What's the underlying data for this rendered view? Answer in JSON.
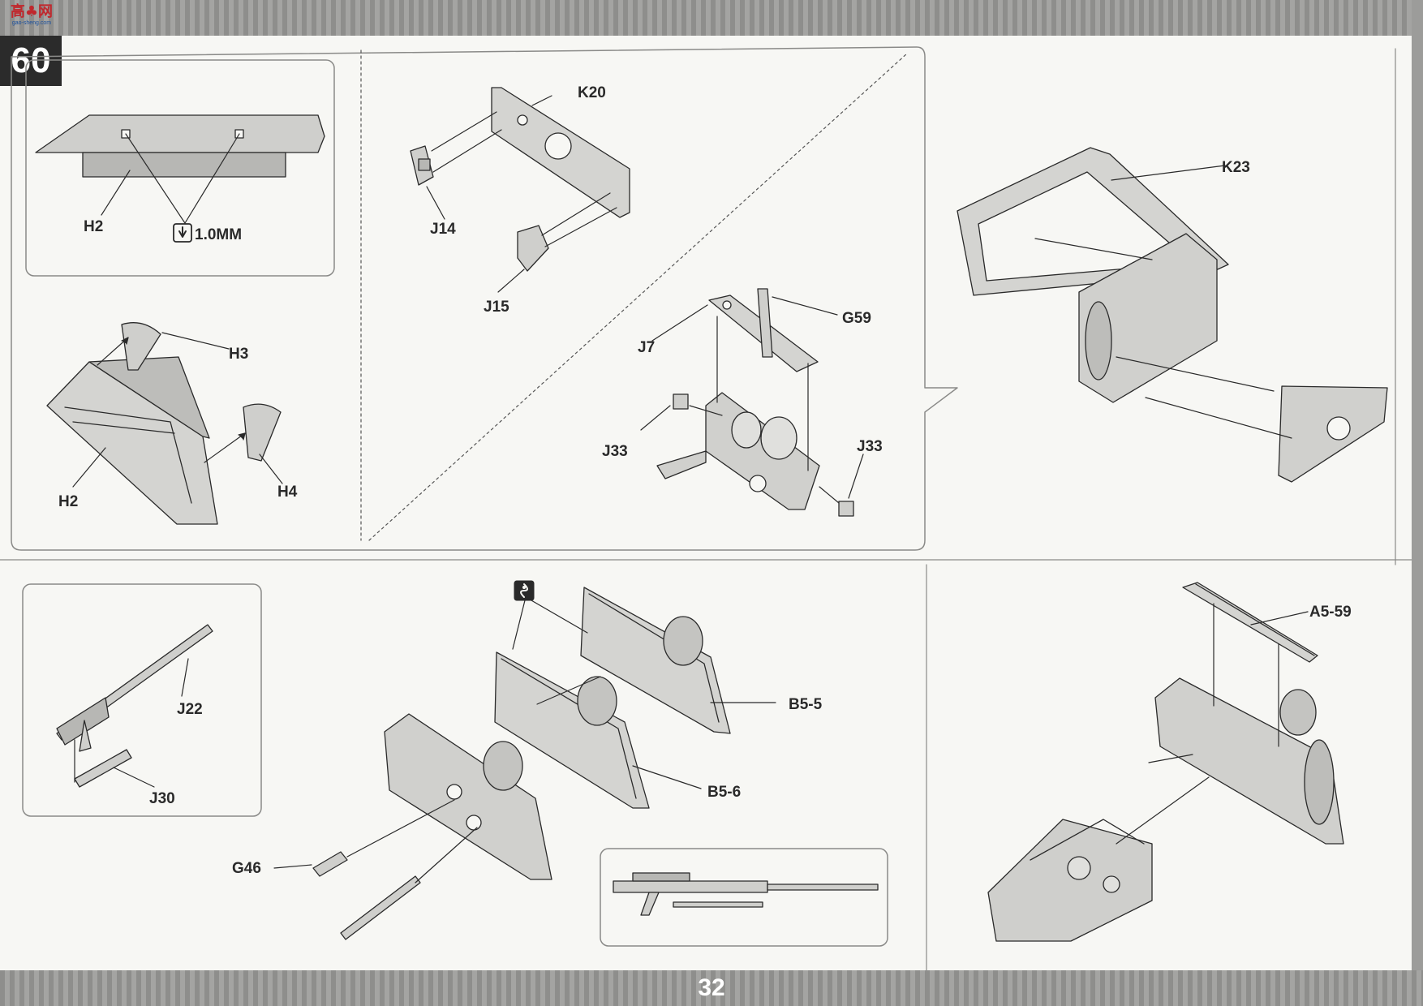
{
  "watermark": {
    "main": "高♣网",
    "sub": "gao-sheng.com"
  },
  "step_number": "60",
  "page_number": "32",
  "labels": {
    "h2_top": "H2",
    "drill": "1.0MM",
    "h3": "H3",
    "h2_bottom": "H2",
    "h4": "H4",
    "k20": "K20",
    "j14": "J14",
    "j15": "J15",
    "g59": "G59",
    "j7": "J7",
    "j33_left": "J33",
    "j33_right": "J33",
    "k23": "K23",
    "j22": "J22",
    "j30": "J30",
    "b5_5": "B5-5",
    "b5_6": "B5-6",
    "g46": "G46",
    "a5_59": "A5-59"
  },
  "colors": {
    "ink": "#2a2a2a",
    "part_fill": "#cfcfcc",
    "part_dark": "#9d9d9a",
    "panel_border": "#8a8a88"
  },
  "icons": [
    "drill-icon",
    "glue-icon"
  ]
}
